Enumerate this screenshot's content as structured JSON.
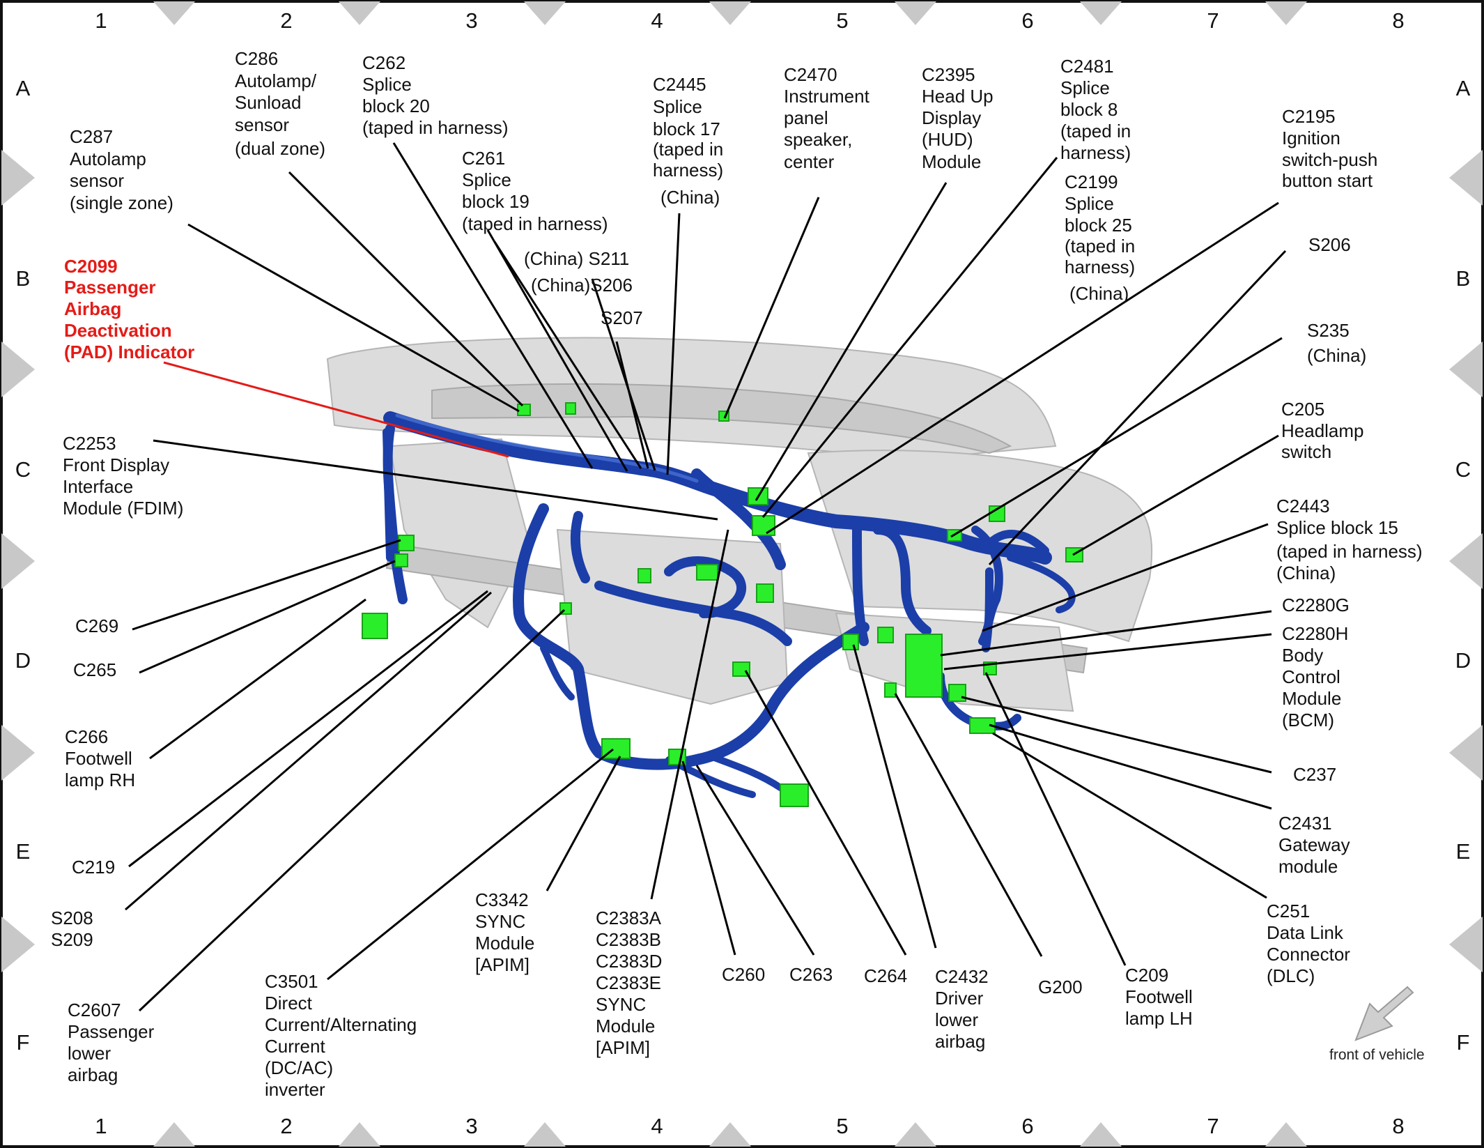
{
  "grid": {
    "columns": [
      "1",
      "2",
      "3",
      "4",
      "5",
      "6",
      "7",
      "8"
    ],
    "rows": [
      "A",
      "B",
      "C",
      "D",
      "E",
      "F"
    ]
  },
  "orientation": {
    "text": "front of vehicle",
    "arrow_icon": "front-of-vehicle-arrow-icon"
  },
  "colors": {
    "harness": "#1b3ea8",
    "connector": "#2bee2b",
    "highlight_text": "#e41b17",
    "dashboard": "#dcdcdc",
    "frame_marker": "#c8c8c8"
  },
  "labels": {
    "c287": [
      "C287",
      "Autolamp",
      "sensor",
      "(single zone)"
    ],
    "c286": [
      "C286",
      "Autolamp/",
      "Sunload",
      "sensor",
      "(dual zone)"
    ],
    "c262": [
      "C262",
      "Splice",
      "block 20",
      "(taped in harness)"
    ],
    "c261": [
      "C261",
      "Splice",
      "block 19",
      "(taped in harness)"
    ],
    "c2445": [
      "C2445",
      "Splice",
      "block 17",
      "(taped in",
      "harness)",
      "(China)"
    ],
    "s211": [
      "(China) S211"
    ],
    "s206_china": [
      "(China)S206"
    ],
    "s207": [
      "S207"
    ],
    "c2470": [
      "C2470",
      "Instrument",
      "panel",
      "speaker,",
      "center"
    ],
    "c2395": [
      "C2395",
      "Head Up",
      "Display",
      "(HUD)",
      "Module"
    ],
    "c2481": [
      "C2481",
      "Splice",
      "block 8",
      "(taped in",
      "harness)"
    ],
    "c2199": [
      "C2199",
      "Splice",
      "block 25",
      "(taped in",
      "harness)",
      "(China)"
    ],
    "c2195": [
      "C2195",
      "Ignition",
      "switch-push",
      "button start"
    ],
    "c2099": [
      "C2099",
      "Passenger",
      "Airbag",
      "Deactivation",
      "(PAD) Indicator"
    ],
    "s206": [
      "S206"
    ],
    "s235": [
      "S235",
      "(China)"
    ],
    "c205": [
      "C205",
      "Headlamp",
      "switch"
    ],
    "c2253": [
      "C2253",
      "Front Display",
      "Interface",
      "Module (FDIM)"
    ],
    "c2443": [
      "C2443",
      "Splice block 15",
      "(taped in harness)",
      "(China)"
    ],
    "c2280g": [
      "C2280G"
    ],
    "c2280h": [
      "C2280H",
      "Body",
      "Control",
      "Module",
      "(BCM)"
    ],
    "c269": [
      "C269"
    ],
    "c265": [
      "C265"
    ],
    "c266": [
      "C266",
      "Footwell",
      "lamp RH"
    ],
    "c237": [
      "C237"
    ],
    "c2431": [
      "C2431",
      "Gateway",
      "module"
    ],
    "c219": [
      "C219"
    ],
    "s208": [
      "S208",
      "S209"
    ],
    "c251": [
      "C251",
      "Data Link",
      "Connector",
      "(DLC)"
    ],
    "c3342": [
      "C3342",
      "SYNC",
      "Module",
      "[APIM]"
    ],
    "c2383": [
      "C2383A",
      "C2383B",
      "C2383D",
      "C2383E",
      "SYNC",
      "Module",
      "[APIM]"
    ],
    "c260": [
      "C260"
    ],
    "c263": [
      "C263"
    ],
    "c264": [
      "C264"
    ],
    "c2432": [
      "C2432",
      "Driver",
      "lower",
      "airbag"
    ],
    "g200": [
      "G200"
    ],
    "c209": [
      "C209",
      "Footwell",
      "lamp LH"
    ],
    "c2607": [
      "C2607",
      "Passenger",
      "lower",
      "airbag"
    ],
    "c3501": [
      "C3501",
      "Direct",
      "Current/Alternating",
      "Current",
      "(DC/AC)",
      "inverter"
    ]
  }
}
